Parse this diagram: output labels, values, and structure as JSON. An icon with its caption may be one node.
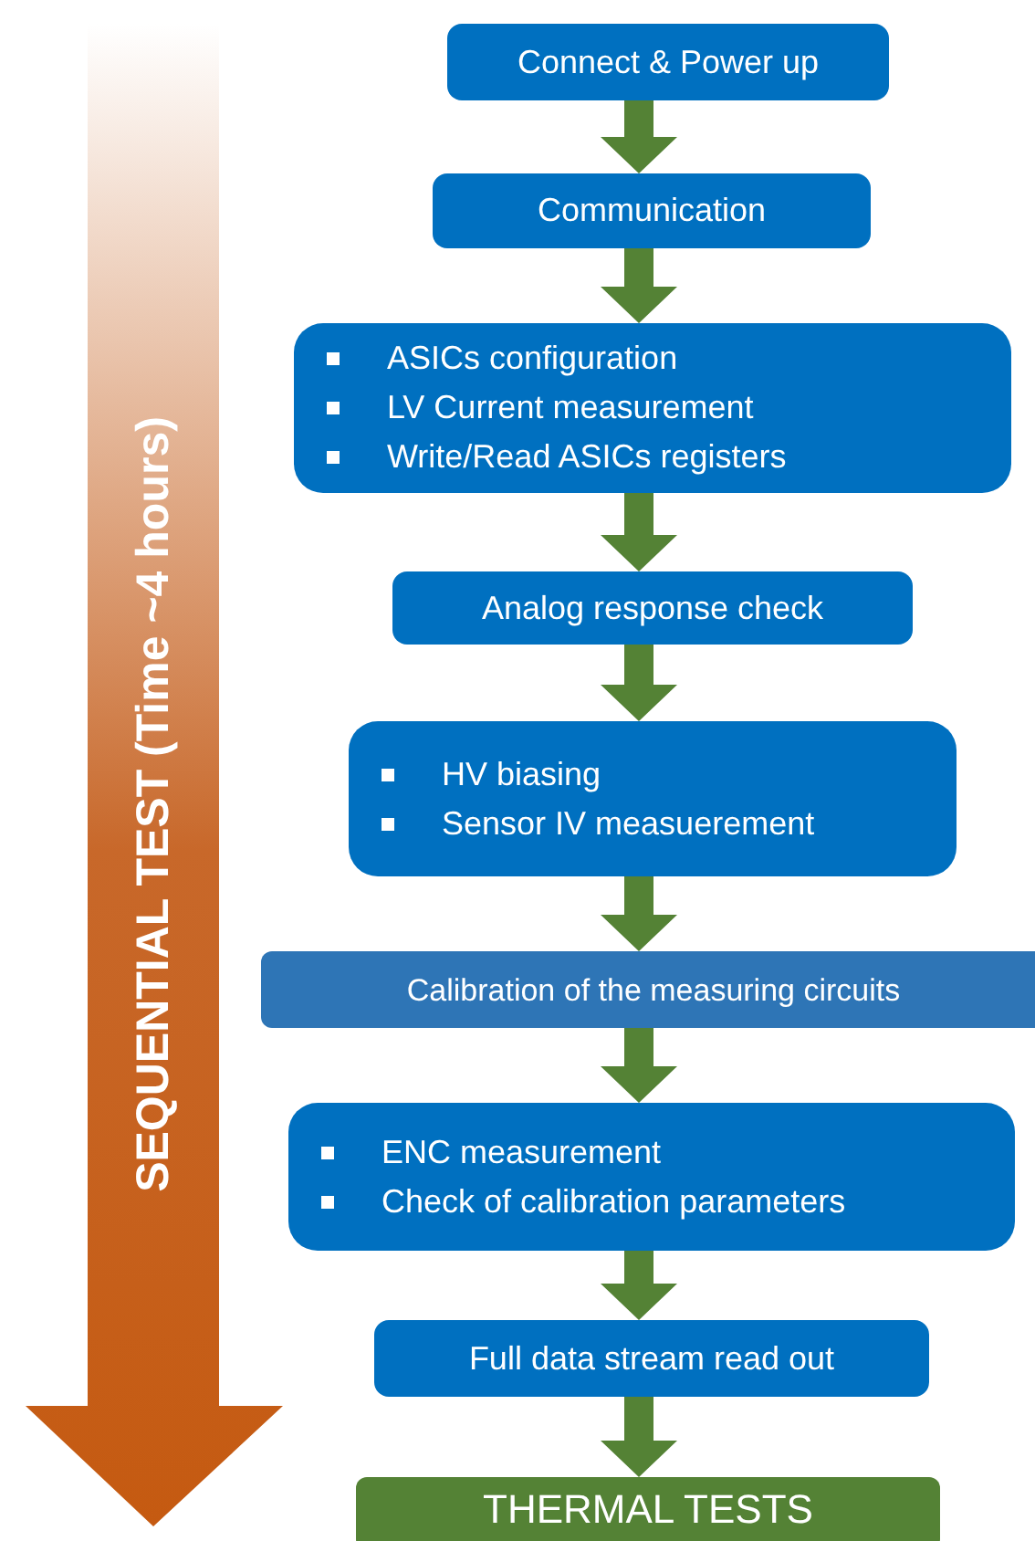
{
  "diagram": {
    "nodes": [
      {
        "text": [
          "Connect & Power up"
        ]
      },
      {
        "text": [
          "Communication"
        ]
      },
      {
        "text": [
          "ASICs configuration",
          "LV Current measurement",
          "Write/Read ASICs registers"
        ]
      },
      {
        "text": [
          "Analog response check"
        ]
      },
      {
        "text": [
          "HV biasing",
          "Sensor IV measuerement"
        ]
      },
      {
        "text": [
          "Calibration of the measuring circuits"
        ]
      },
      {
        "text": [
          "ENC measurement",
          "Check of calibration parameters"
        ]
      },
      {
        "text": [
          "Full data stream read out"
        ]
      },
      {
        "text": [
          "THERMAL TESTS"
        ]
      }
    ],
    "edges": [
      {
        "from": 0,
        "to": 1,
        "arrow": "to"
      },
      {
        "from": 1,
        "to": 2,
        "arrow": "to"
      },
      {
        "from": 2,
        "to": 3,
        "arrow": "to"
      },
      {
        "from": 3,
        "to": 4,
        "arrow": "to"
      },
      {
        "from": 4,
        "to": 5,
        "arrow": "to"
      },
      {
        "from": 5,
        "to": 6,
        "arrow": "to"
      },
      {
        "from": 6,
        "to": 7,
        "arrow": "to"
      },
      {
        "from": 7,
        "to": 8,
        "arrow": "to"
      }
    ],
    "labels": [
      "SEQUENTIAL TEST (Time ~4 hours)"
    ]
  }
}
